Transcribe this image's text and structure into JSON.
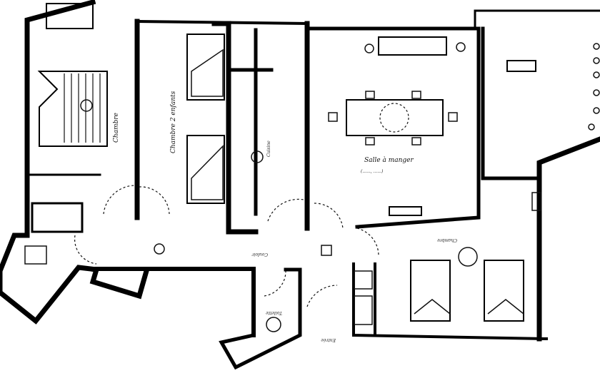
{
  "plan": {
    "rooms": {
      "dining": "Salle à manger",
      "dining_note": "(......, ......)",
      "bedroom_parents": "Chambre",
      "bedroom_children": "Chambre 2 enfants",
      "kitchen": "Cuisine",
      "corridor": "Couloir",
      "toilet": "Toilette",
      "entrance": "Entrée",
      "bedroom_bottom": "Chambre"
    },
    "colors": {
      "ink": "#000000",
      "paper": "#ffffff"
    }
  }
}
